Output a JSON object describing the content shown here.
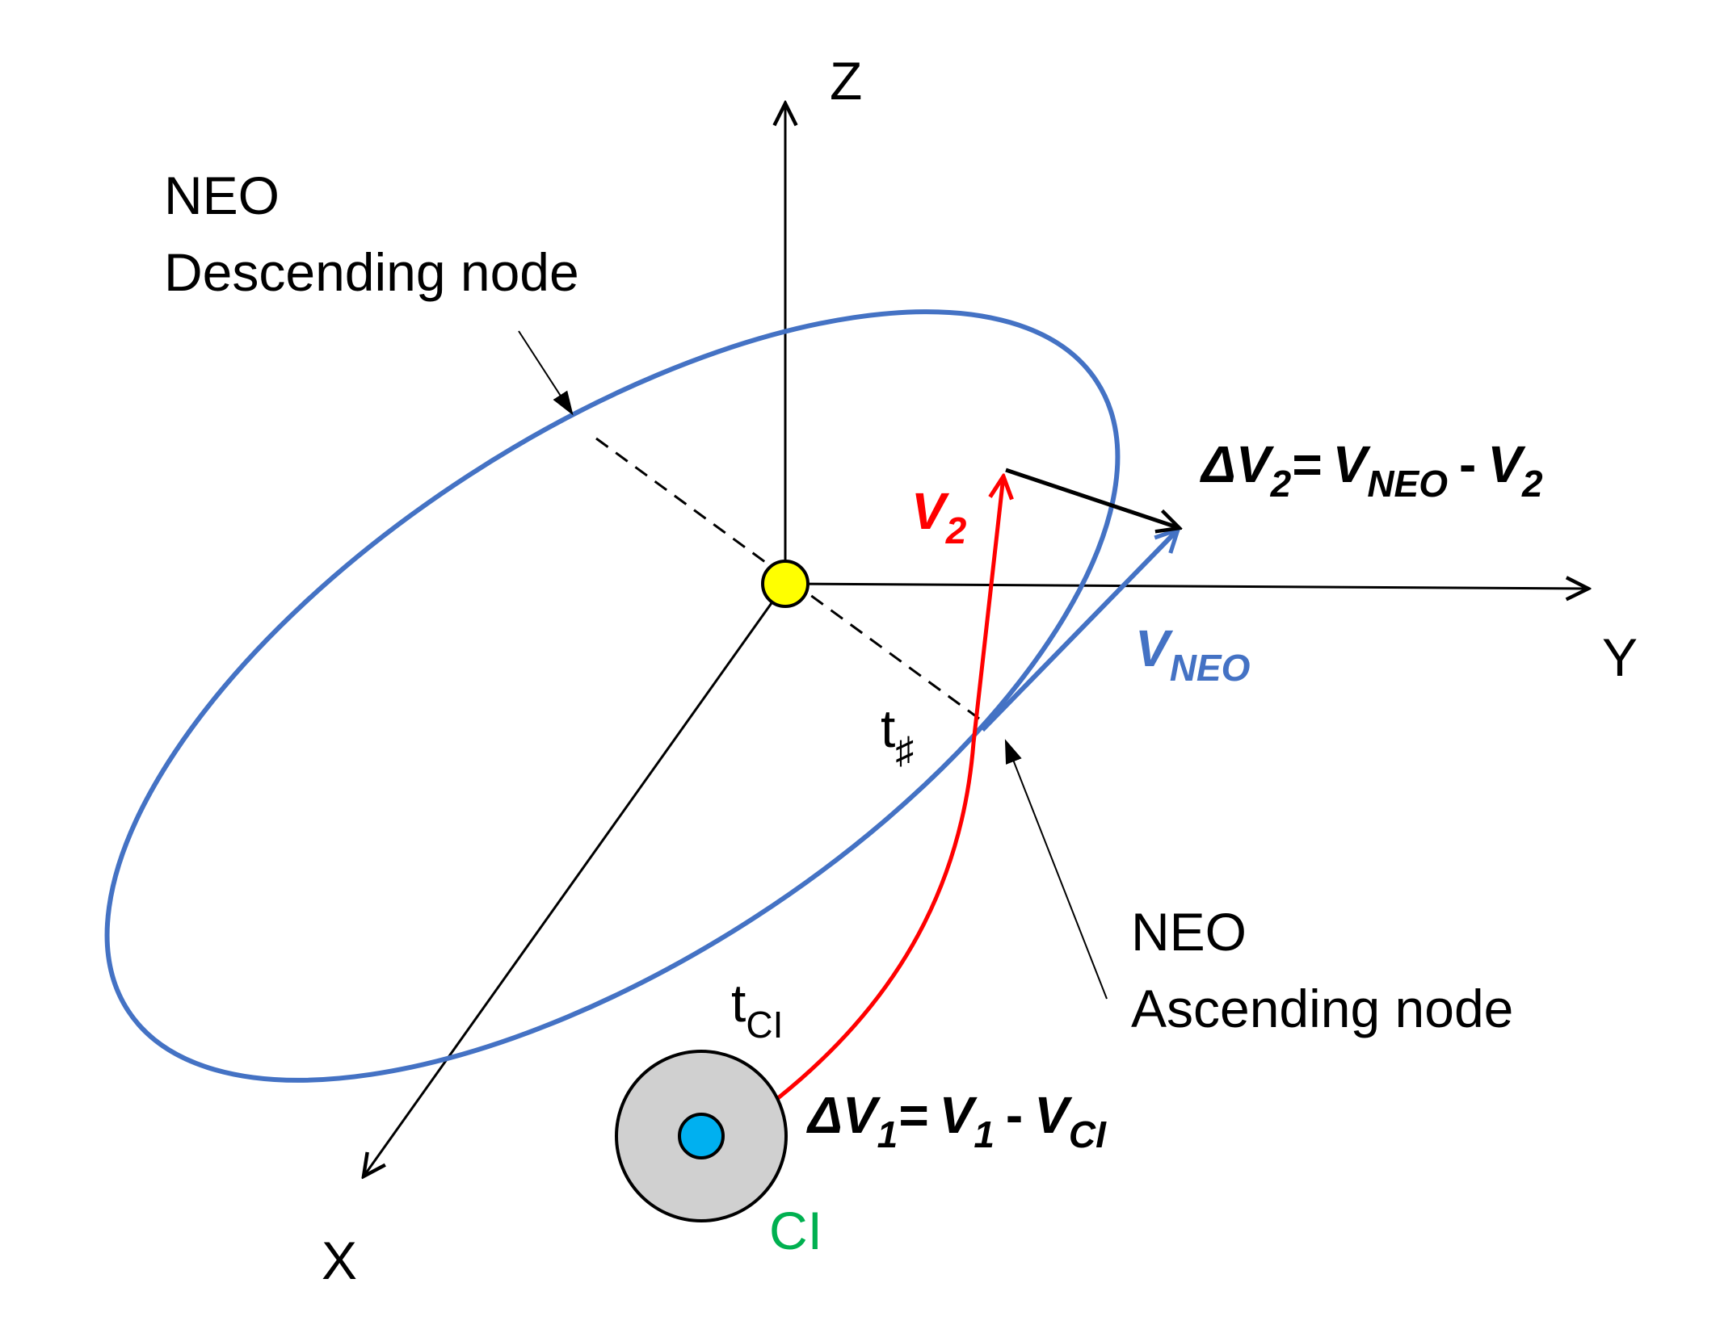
{
  "axes": {
    "x": "X",
    "y": "Y",
    "z": "Z"
  },
  "descending_node": {
    "line1": "NEO",
    "line2": "Descending node"
  },
  "ascending_node": {
    "line1": "NEO",
    "line2": "Ascending node"
  },
  "v2": {
    "symbol": "V",
    "subscript": "2"
  },
  "v_neo": {
    "symbol": "V",
    "subscript": "NEO"
  },
  "delta_v2": {
    "delta": "Δ",
    "symbol": "V",
    "subscript": "2",
    "equals": "=",
    "term1": "V",
    "term1_sub": "NEO",
    "minus": "-",
    "term2": "V",
    "term2_sub": "2"
  },
  "delta_v1": {
    "delta": "Δ",
    "symbol": "V",
    "subscript": "1",
    "equals": "=",
    "term1": "V",
    "term1_sub": "1",
    "minus": "-",
    "term2": "V",
    "term2_sub": "CI"
  },
  "t_encounter": {
    "symbol": "t",
    "subscript": "♯"
  },
  "t_ci": {
    "symbol": "t",
    "subscript": "CI"
  },
  "ci_label": "CI",
  "colors": {
    "orbit": "#4472c4",
    "transfer": "#ff0000",
    "v_neo": "#4472c4",
    "sun": "#ffff00",
    "earth_body": "#d0d0d0",
    "spacecraft": "#00b0f0",
    "ci_label": "#00b050",
    "axes": "#000000"
  }
}
